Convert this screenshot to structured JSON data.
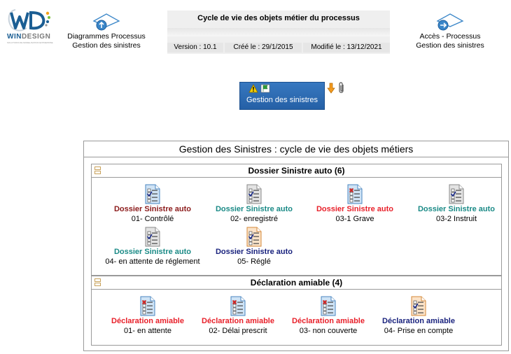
{
  "logo": {
    "text_a": "WIN",
    "text_b": "DESIGN",
    "tagline": "SOLUTIONS DE MODELISATION ENTREPRISE"
  },
  "nav_left": {
    "line1": "Diagrammes Processus",
    "line2": "Gestion des sinistres",
    "icon": "up-arrow-diamond-icon"
  },
  "nav_right": {
    "line1": "Accès - Processus",
    "line2": "Gestion des sinistres",
    "icon": "right-arrow-diamond-icon"
  },
  "header": {
    "title": "Cycle de vie des objets métier du processus",
    "version": "Version : 10.1",
    "created": "Créé le : 29/1/2015",
    "modified": "Modifié le : 13/12/2021"
  },
  "process_button": {
    "label": "Gestion des sinistres",
    "icons": [
      "warning-icon",
      "flag-icon",
      "download-arrow-icon",
      "paperclip-icon"
    ]
  },
  "main": {
    "title": "Gestion des Sinistres : cycle de vie des objets métiers",
    "sections": [
      {
        "title": "Dossier Sinistre auto (6)",
        "items": [
          {
            "name": "Dossier Sinistre auto",
            "state": "01- Contrôlé",
            "color": "#8b1a1a",
            "doc": "blue-check"
          },
          {
            "name": "Dossier Sinistre auto",
            "state": "02- enregistré",
            "color": "#1a8a86",
            "doc": "gray-check"
          },
          {
            "name": "Dossier Sinistre auto",
            "state": "03-1  Grave",
            "color": "#e8202a",
            "doc": "blue-cross"
          },
          {
            "name": "Dossier Sinistre auto",
            "state": "03-2 Instruit",
            "color": "#1a8a86",
            "doc": "gray-check"
          },
          {
            "name": "Dossier Sinistre auto",
            "state": "04- en attente de réglement",
            "color": "#1a8a86",
            "doc": "gray-check"
          },
          {
            "name": "Dossier Sinistre auto",
            "state": "05- Réglé",
            "color": "#1a237e",
            "doc": "orange-check"
          }
        ]
      },
      {
        "title": "Déclaration amiable (4)",
        "items": [
          {
            "name": "Déclaration amiable",
            "state": "01- en attente",
            "color": "#e8202a",
            "doc": "blue-cross"
          },
          {
            "name": "Déclaration amiable",
            "state": "02- Délai prescrit",
            "color": "#e8202a",
            "doc": "blue-cross"
          },
          {
            "name": "Déclaration amiable",
            "state": "03- non couverte",
            "color": "#e8202a",
            "doc": "blue-cross"
          },
          {
            "name": "Déclaration amiable",
            "state": "04- Prise en compte",
            "color": "#1a237e",
            "doc": "orange-check"
          }
        ]
      }
    ]
  }
}
